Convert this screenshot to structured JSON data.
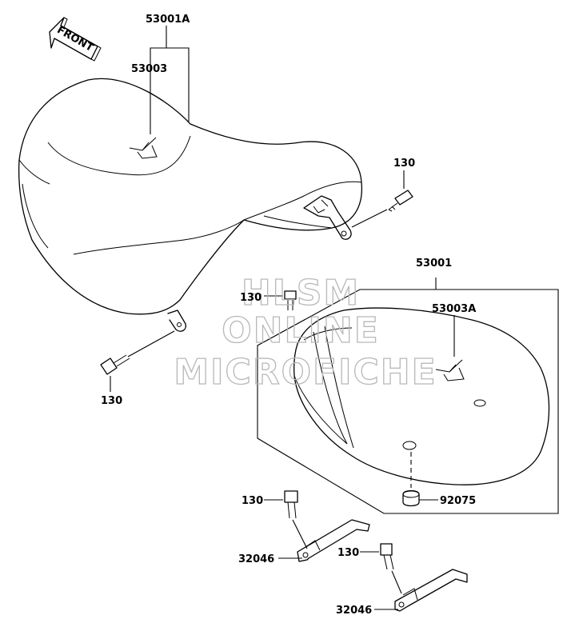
{
  "front_arrow": {
    "text": "FRONT"
  },
  "labels": {
    "seat_assembly_front": "53001A",
    "strap_front": "53003",
    "bolt_top_right": "130",
    "bolt_left": "130",
    "seat_assembly_rear": "53001",
    "bolt_middle": "130",
    "strap_rear": "53003A",
    "damper": "92075",
    "bolt_lower": "130",
    "bracket_upper": "32046",
    "bolt_lowest": "130",
    "bracket_lower": "32046"
  },
  "watermark": {
    "line1": "HLSM",
    "line2": "ONLINE",
    "line3": "MICROFICHE"
  },
  "colors": {
    "line": "#000000",
    "watermark": "#b8b8b8",
    "background": "#ffffff"
  }
}
